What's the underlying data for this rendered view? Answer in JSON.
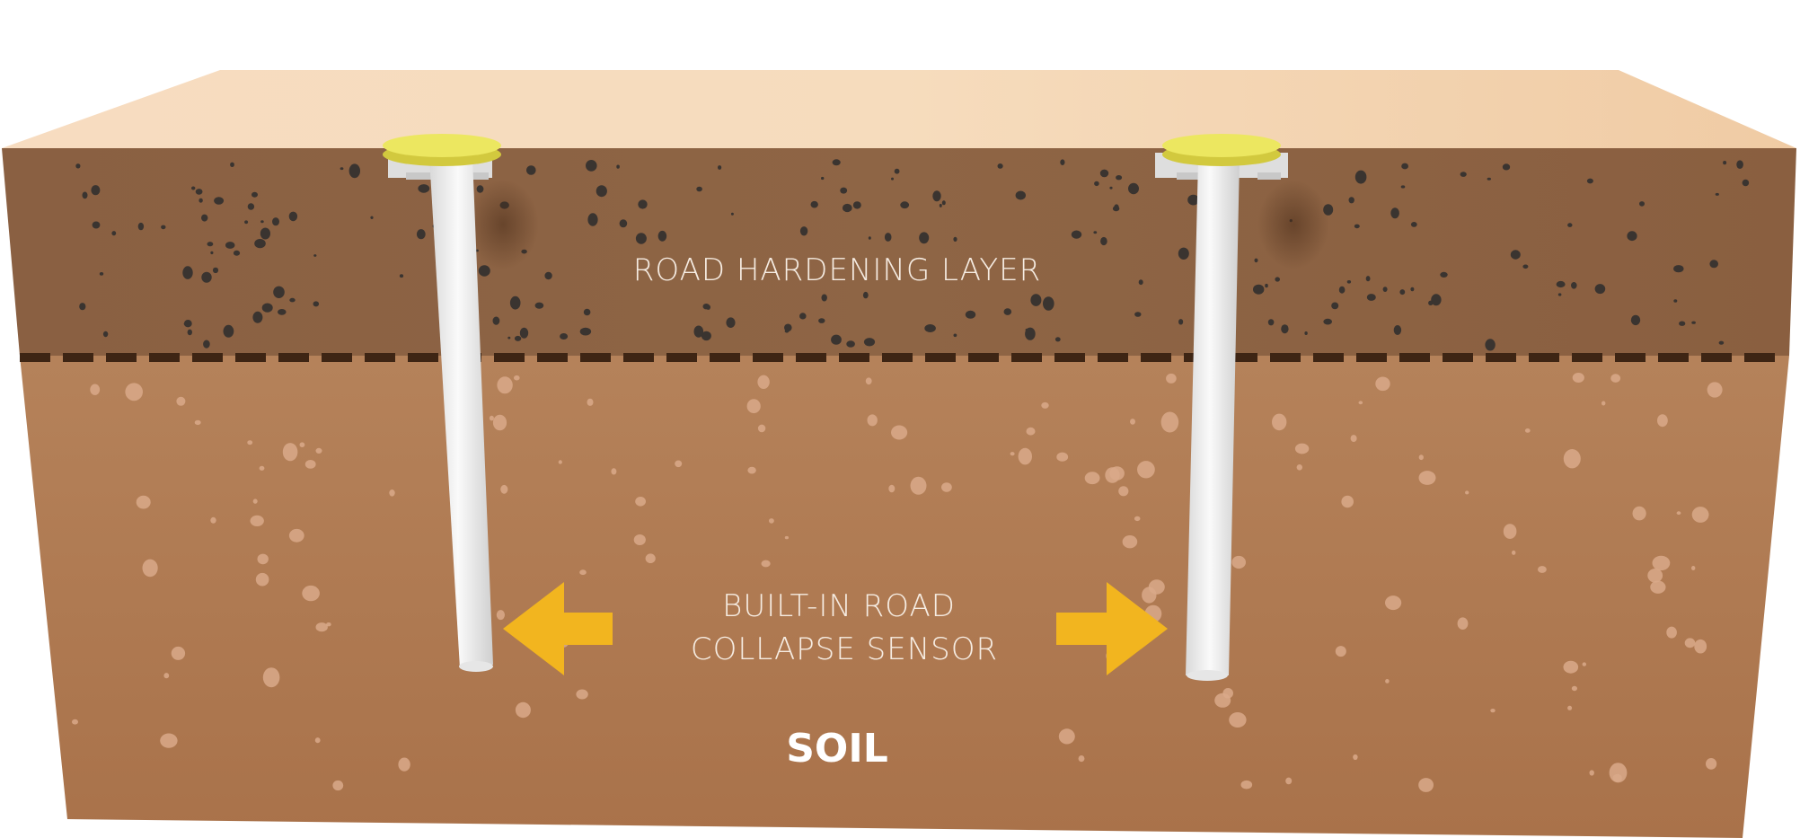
{
  "labels": {
    "hardening_layer": "ROAD HARDENING LAYER",
    "sensor_line_1": "BUILT-IN ROAD",
    "sensor_line_2": "COLLAPSE SENSOR",
    "soil": "SOIL"
  },
  "colors": {
    "top_surface": "#f5d8b8",
    "hardening_layer": "#8c6242",
    "soil": "#b07a52",
    "dashed_boundary": "#3e2514",
    "sensor_cap": "#ece760",
    "sensor_rod": "#f2f2f2",
    "arrow": "#f2b51f",
    "text_light": "#f6ece2"
  },
  "icons": {
    "left_arrow": "arrow-left-icon",
    "right_arrow": "arrow-right-icon",
    "sensor": "sensor-probe-icon"
  }
}
